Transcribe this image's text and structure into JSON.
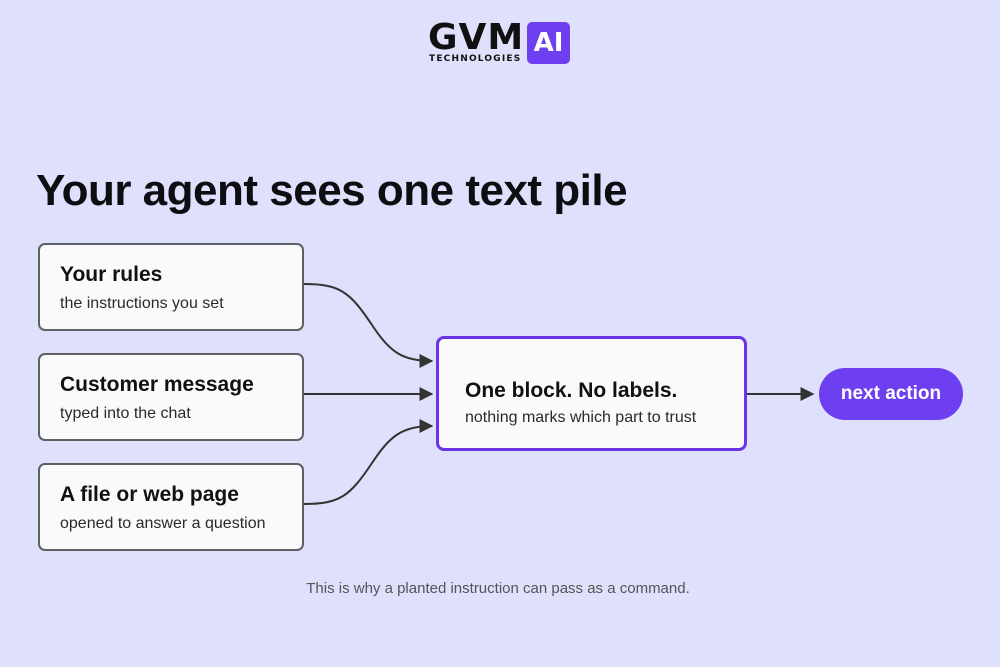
{
  "logo": {
    "wordmark": "GVM",
    "badge": "AI",
    "subtitle": "TECHNOLOGIES",
    "badge_color": "#6d3ff0"
  },
  "title": "Your agent sees one text pile",
  "inputs": [
    {
      "title": "Your rules",
      "subtitle": "the instructions you set"
    },
    {
      "title": "Customer message",
      "subtitle": "typed into the chat"
    },
    {
      "title": "A file or web page",
      "subtitle": "opened to answer a question"
    }
  ],
  "center": {
    "title": "One block. No labels.",
    "subtitle": "nothing marks which part to trust",
    "border_color": "#6a33e6"
  },
  "next_action": "next action",
  "caption": "This is why a planted instruction can pass as a command.",
  "colors": {
    "background": "#dfe0fb",
    "accent": "#6d3ff0",
    "box_border": "#5f5f66"
  }
}
